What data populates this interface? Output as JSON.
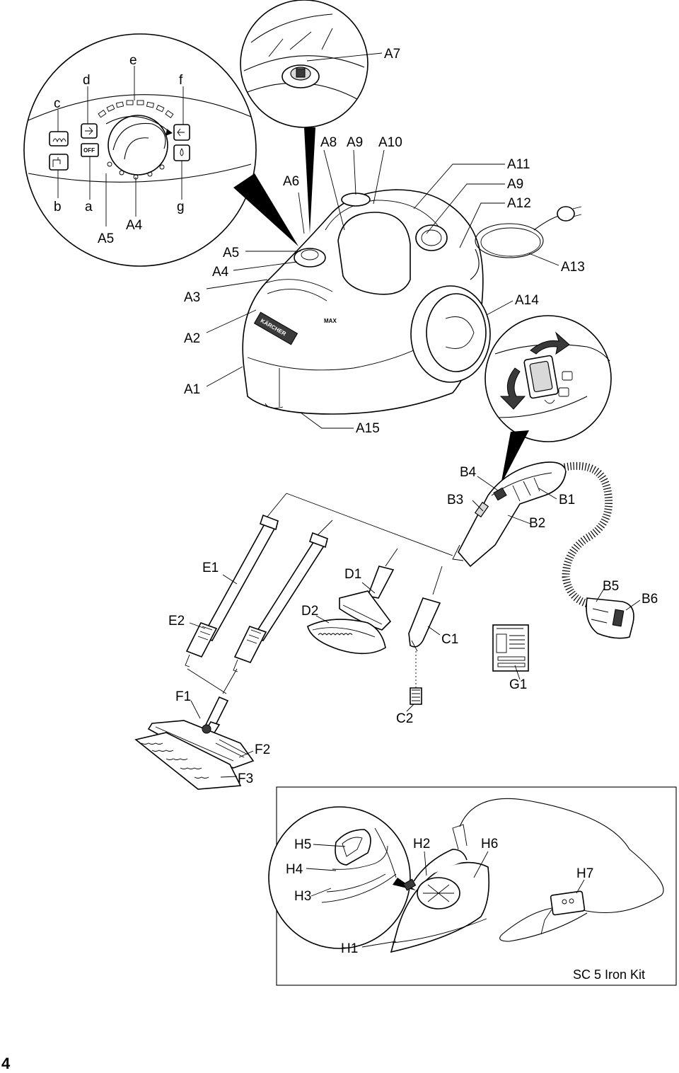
{
  "labels": {
    "a": "a",
    "b": "b",
    "c": "c",
    "d": "d",
    "e": "e",
    "f": "f",
    "g": "g",
    "A1": "A1",
    "A2": "A2",
    "A3": "A3",
    "A4": "A4",
    "A4_inset": "A4",
    "A5": "A5",
    "A5_inset": "A5",
    "A6": "A6",
    "A7": "A7",
    "A8": "A8",
    "A9": "A9",
    "A9_right": "A9",
    "A10": "A10",
    "A11": "A11",
    "A12": "A12",
    "A13": "A13",
    "A14": "A14",
    "A15": "A15",
    "B1": "B1",
    "B2": "B2",
    "B3": "B3",
    "B4": "B4",
    "B5": "B5",
    "B6": "B6",
    "C1": "C1",
    "C2": "C2",
    "D1": "D1",
    "D2": "D2",
    "E1": "E1",
    "E2": "E2",
    "F1": "F1",
    "F2": "F2",
    "F3": "F3",
    "G1": "G1",
    "H1": "H1",
    "H2": "H2",
    "H3": "H3",
    "H4": "H4",
    "H5": "H5",
    "H6": "H6",
    "H7": "H7"
  },
  "symbols": {
    "off": "OFF",
    "brand": "KÄRCHER",
    "max": "MAX"
  },
  "kit_title": "SC 5  Iron Kit",
  "page_number": "4"
}
